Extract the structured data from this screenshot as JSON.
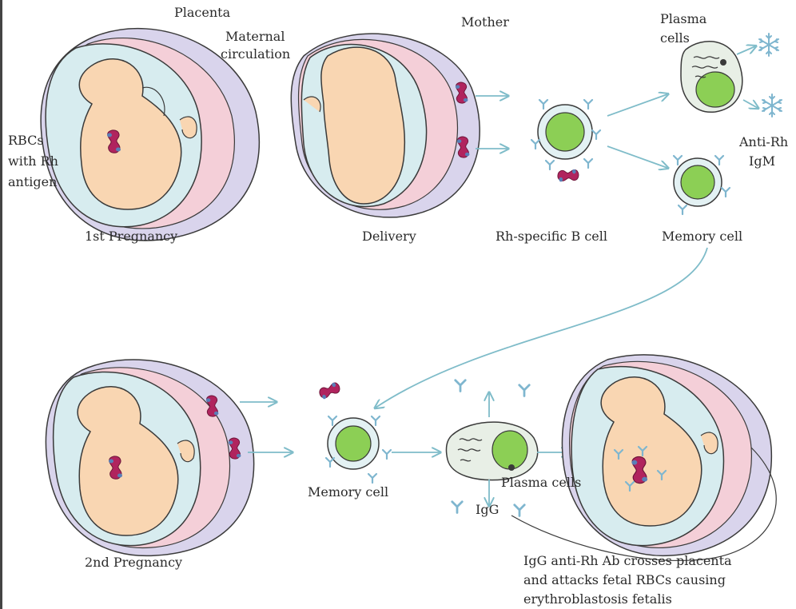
{
  "labels": {
    "placenta": "Placenta",
    "maternal_circulation_1": "Maternal",
    "maternal_circulation_2": "circulation",
    "rbcs_1": "RBCs",
    "rbcs_2": "with Rh",
    "rbcs_3": "antigen",
    "first_pregnancy": "1st Pregnancy",
    "mother": "Mother",
    "delivery": "Delivery",
    "rh_b_cell": "Rh-specific B cell",
    "plasma_cells_top_1": "Plasma",
    "plasma_cells_top_2": "cells",
    "anti_rh_1": "Anti-Rh",
    "anti_rh_2": "IgM",
    "memory_cell_top": "Memory cell",
    "second_pregnancy": "2nd Pregnancy",
    "memory_cell_bottom": "Memory cell",
    "plasma_cells_bottom": "Plasma cells",
    "igg": "IgG",
    "caption_1": "IgG anti-Rh Ab crosses placenta",
    "caption_2": "and attacks fetal RBCs causing",
    "caption_3": "erythroblastosis fetalis"
  },
  "colors": {
    "fetus": "#f9d6b2",
    "amniotic": "#d7ecef",
    "placenta": "#f4cfd8",
    "maternal": "#d9d4ec",
    "outline": "#3a3a3a",
    "rbc": "#b0245e",
    "cell_nucleus": "#8ccf55",
    "arrow": "#7fbcc9",
    "antibody": "#7fb6cf"
  }
}
